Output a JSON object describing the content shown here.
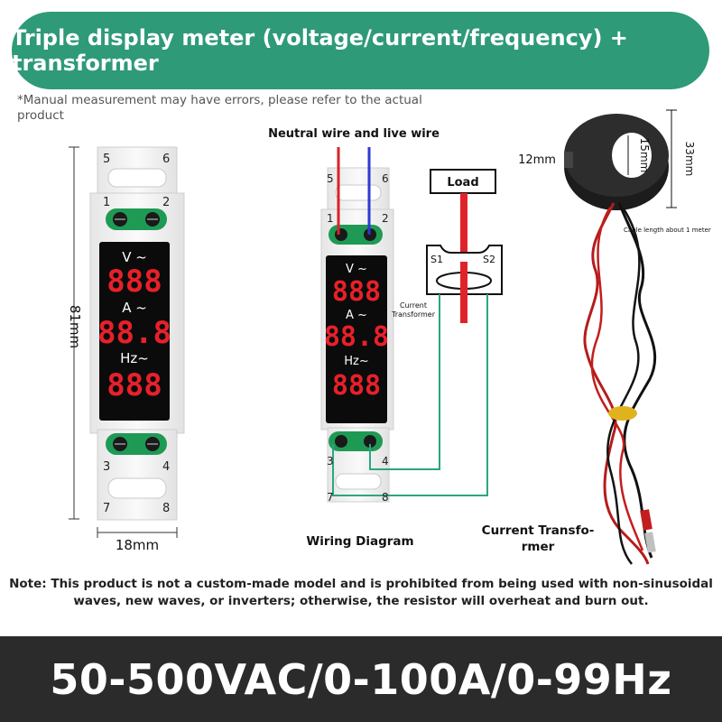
{
  "header": {
    "title": "Triple display meter (voltage/current/frequency) + transformer"
  },
  "disclaimer": "*Manual measurement may have errors, please refer to the actual product",
  "left_meter": {
    "terminals": {
      "t5": "5",
      "t6": "6",
      "t1": "1",
      "t2": "2",
      "t3": "3",
      "t4": "4",
      "t7": "7",
      "t8": "8"
    },
    "display": {
      "volt_label": "V ~",
      "volt_digits": "888",
      "amp_label": "A ~",
      "amp_digits": "88.8",
      "hz_label": "Hz~",
      "hz_digits": "888"
    },
    "height_dim": "81mm",
    "width_dim": "18mm"
  },
  "wiring": {
    "top_label": "Neutral wire and live wire",
    "load_label": "Load",
    "s1": "S1",
    "s2": "S2",
    "ct_label_line1": "Current",
    "ct_label_line2": "Transformer",
    "caption": "Wiring Diagram",
    "terminals": {
      "t5": "5",
      "t6": "6",
      "t1": "1",
      "t2": "2",
      "t3": "3",
      "t4": "4",
      "t7": "7",
      "t8": "8"
    },
    "display": {
      "volt_label": "V ~",
      "volt_digits": "888",
      "amp_label": "A ~",
      "amp_digits": "88.8",
      "hz_label": "Hz~",
      "hz_digits": "888"
    }
  },
  "transformer": {
    "dim_outer_w": "12mm",
    "dim_inner": "15mm",
    "dim_outer_h": "33mm",
    "cable_note": "Cable length about 1 meter",
    "caption_line1": "Current Transfo-",
    "caption_line2": "rmer"
  },
  "note": "Note: This product is not a custom-made model and is prohibited from being used with non-sinusoidal waves, new waves, or inverters; otherwise, the resistor will overheat and burn out.",
  "footer": {
    "spec": "50-500VAC/0-100A/0-99Hz"
  },
  "colors": {
    "banner": "#2e9a78",
    "display_digits": "#e8202a",
    "terminal_green": "#1f9a55",
    "footer_bg": "#2b2b2b"
  }
}
